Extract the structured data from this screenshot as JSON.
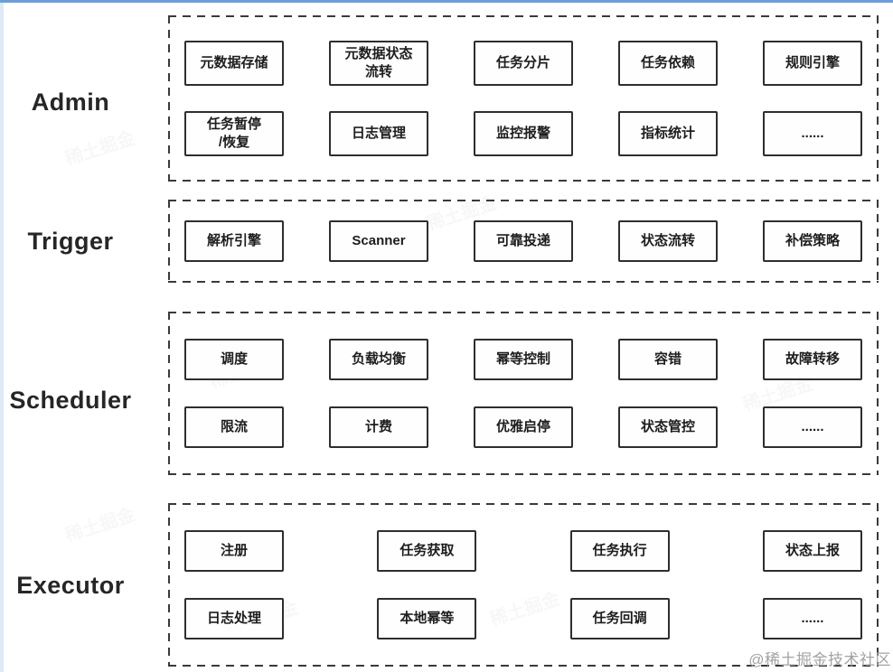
{
  "page": {
    "accent_top_color": "#6b9fd8",
    "accent_left_color": "#ddeaf7",
    "dashed_border_color": "#3a3a3a",
    "box_border_color": "#2e2e2e"
  },
  "watermark": {
    "bottom_right": "@稀土掘金技术社区",
    "faint": "稀土掘金"
  },
  "sections": [
    {
      "id": "admin",
      "label": "Admin",
      "rows": [
        [
          "元数据存储",
          "元数据状态\n流转",
          "任务分片",
          "任务依赖",
          "规则引擎"
        ],
        [
          "任务暂停\n/恢复",
          "日志管理",
          "监控报警",
          "指标统计",
          "......"
        ]
      ]
    },
    {
      "id": "trigger",
      "label": "Trigger",
      "rows": [
        [
          "解析引擎",
          "Scanner",
          "可靠投递",
          "状态流转",
          "补偿策略"
        ]
      ]
    },
    {
      "id": "scheduler",
      "label": "Scheduler",
      "rows": [
        [
          "调度",
          "负载均衡",
          "幂等控制",
          "容错",
          "故障转移"
        ],
        [
          "限流",
          "计费",
          "优雅启停",
          "状态管控",
          "......"
        ]
      ]
    },
    {
      "id": "executor",
      "label": "Executor",
      "rows": [
        [
          "注册",
          "任务获取",
          "任务执行",
          "状态上报"
        ],
        [
          "日志处理",
          "本地幂等",
          "任务回调",
          "......"
        ]
      ]
    }
  ]
}
